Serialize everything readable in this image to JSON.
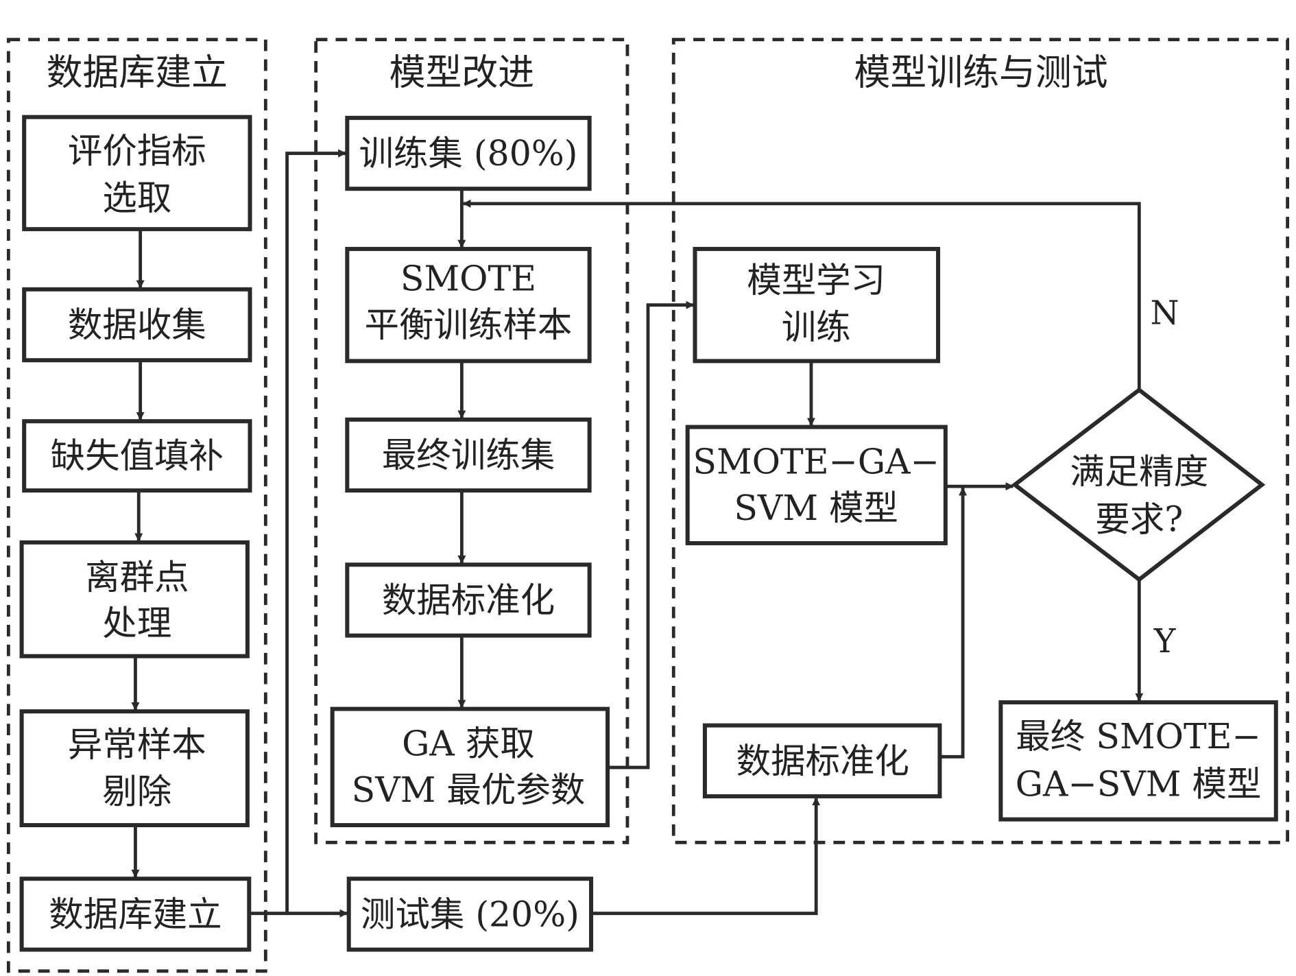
{
  "sections": {
    "database": "数据库建立",
    "model_improve": "模型改进",
    "train_test": "模型训练与测试"
  },
  "nodes": {
    "indicator_1": "评价指标",
    "indicator_2": "选取",
    "collect": "数据收集",
    "missing": "缺失值填补",
    "outlier_1": "离群点",
    "outlier_2": "处理",
    "abnormal_1": "异常样本",
    "abnormal_2": "剔除",
    "db_build": "数据库建立",
    "train_set": "训练集 (80%)",
    "smote_1": "SMOTE",
    "smote_2": "平衡训练样本",
    "final_train": "最终训练集",
    "normalize_1": "数据标准化",
    "ga_1": "GA 获取",
    "ga_2": "SVM 最优参数",
    "test_set": "测试集 (20%)",
    "learn_1": "模型学习",
    "learn_2": "训练",
    "model_1": "SMOTE−GA−",
    "model_2": "SVM 模型",
    "normalize_2": "数据标准化",
    "decision_1": "满足精度",
    "decision_2": "要求?",
    "final_1": "最终 SMOTE−",
    "final_2": "GA−SVM 模型"
  },
  "edge_labels": {
    "no": "N",
    "yes": "Y"
  }
}
